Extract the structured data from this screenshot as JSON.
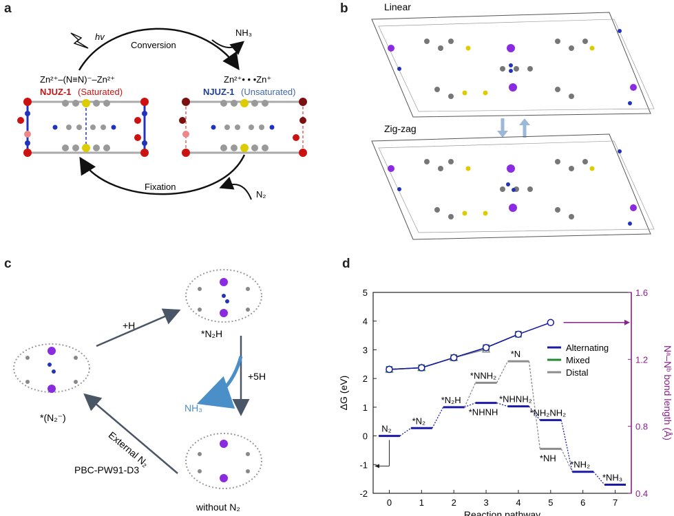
{
  "panels": {
    "a": {
      "letter": "a",
      "hv": "hv",
      "conversion": "Conversion",
      "fixation": "Fixation",
      "product": "NH₃",
      "reactant": "N₂",
      "saturated_formula": "Zn²⁺–(N≡N)⁻–Zn²⁺",
      "saturated_name": "NJUZ-1",
      "saturated_state": "(Saturated)",
      "unsaturated_formula": "Zn²⁺• • •Zn⁺",
      "unsaturated_name": "NJUZ-1",
      "unsaturated_state": "(Unsaturated)"
    },
    "b": {
      "letter": "b",
      "top_label": "Linear",
      "bottom_label": "Zig-zag"
    },
    "c": {
      "letter": "c",
      "step_h": "+H",
      "step_5h": "+5H",
      "nh3": "NH₃",
      "external_n2": "External N₂",
      "label_n2_minus": "*(N₂⁻)",
      "label_n2h": "*N₂H",
      "label_without": "without N₂",
      "method": "PBC-PW91-D3"
    },
    "d": {
      "letter": "d"
    }
  },
  "chart_data": {
    "type": "line",
    "xlabel": "Reaction pathway",
    "ylabel": "ΔG (eV)",
    "y2label": "Nᵃ–Nᵇ bond length (Å)",
    "xlim": [
      -0.5,
      7.5
    ],
    "ylim": [
      -2,
      5
    ],
    "y2lim": [
      0.4,
      1.6
    ],
    "x_ticks": [
      "0",
      "1",
      "2",
      "3",
      "4",
      "5",
      "6",
      "7"
    ],
    "y_ticks": [
      "-2",
      "-1",
      "0",
      "1",
      "2",
      "3",
      "4",
      "5"
    ],
    "y2_ticks": [
      "0.4",
      "0.8",
      "1.2",
      "1.6"
    ],
    "legend": [
      "Alternating",
      "Mixed",
      "Distal"
    ],
    "legend_position": "right",
    "colors": {
      "Alternating": "#1a1aa6",
      "Mixed": "#1f8a2e",
      "Distal": "#8c8c8c",
      "axis2": "#8b1f8b"
    },
    "alternating_levels": [
      {
        "x": 0,
        "y": 0,
        "label": "N₂"
      },
      {
        "x": 1,
        "y": 0.27,
        "label": "*N₂"
      },
      {
        "x": 2,
        "y": 1.0,
        "label": "*N₂H"
      },
      {
        "x": 3,
        "y": 1.15,
        "label": "*NHNH"
      },
      {
        "x": 4,
        "y": 1.03,
        "label": "*NHNH₂"
      },
      {
        "x": 5,
        "y": 0.55,
        "label": "*NH₂NH₂"
      },
      {
        "x": 6,
        "y": -1.25,
        "label": "*NH₂"
      },
      {
        "x": 7,
        "y": -1.7,
        "label": "*NH₃"
      }
    ],
    "distal_levels": [
      {
        "x": 3,
        "y": 1.85,
        "label": "*NNH₂"
      },
      {
        "x": 4,
        "y": 2.6,
        "label": "*N"
      },
      {
        "x": 5,
        "y": -0.45,
        "label": "*NH"
      }
    ],
    "bond_length": {
      "Alternating": [
        1.14,
        1.15,
        1.21,
        1.27,
        1.35,
        1.42
      ],
      "Mixed": [
        1.14,
        1.15,
        1.21,
        1.27,
        1.35
      ],
      "Distal": [
        1.14,
        1.15,
        1.21,
        1.26
      ]
    }
  }
}
